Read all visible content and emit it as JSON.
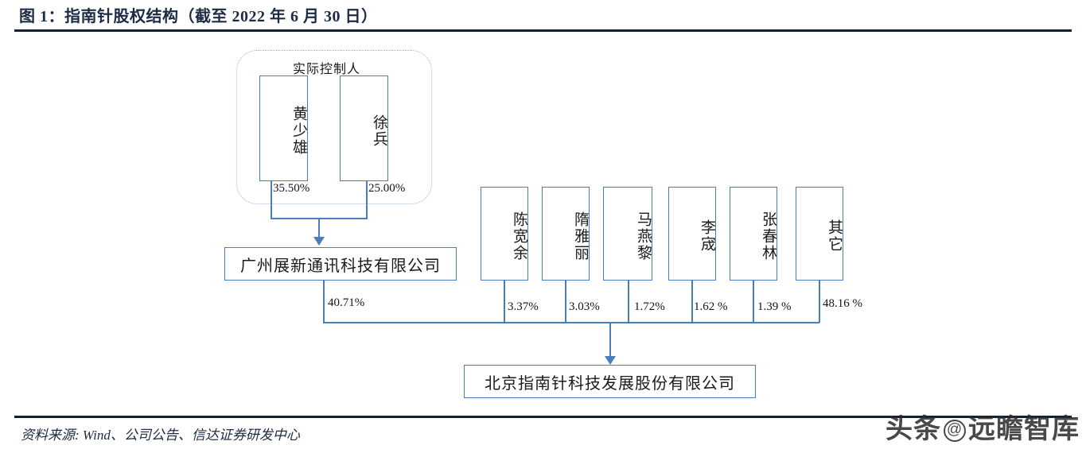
{
  "header": {
    "title": "图 1：指南针股权结构（截至 2022 年 6 月 30 日）"
  },
  "footer": {
    "source": "资料来源: Wind、公司公告、信达证券研发中心",
    "watermark_left": "头条",
    "watermark_at": "@",
    "watermark_right": "远瞻智库"
  },
  "diagram": {
    "controller_group_label": "实际控制人",
    "controllers": [
      {
        "name": "黄少雄",
        "pct": "35.50%"
      },
      {
        "name": "徐兵",
        "pct": "25.00%"
      }
    ],
    "holding_company": {
      "name": "广州展新通讯科技有限公司",
      "pct": "40.71%"
    },
    "shareholders": [
      {
        "name": "陈宽余",
        "pct": "3.37%"
      },
      {
        "name": "隋雅丽",
        "pct": "3.03%"
      },
      {
        "name": "马燕黎",
        "pct": "1.72%"
      },
      {
        "name": "李宬",
        "pct": "1.62 %"
      },
      {
        "name": "张春林",
        "pct": "1.39 %"
      },
      {
        "name": "其它",
        "pct": "48.16 %"
      }
    ],
    "listed_company": {
      "name": "北京指南针科技发展股份有限公司"
    },
    "colors": {
      "box_border": "#4a7ebb",
      "connector": "#4a7ebb",
      "group_border": "#9bb6d4",
      "rule": "#12203a",
      "title_text": "#1d2b44"
    }
  }
}
